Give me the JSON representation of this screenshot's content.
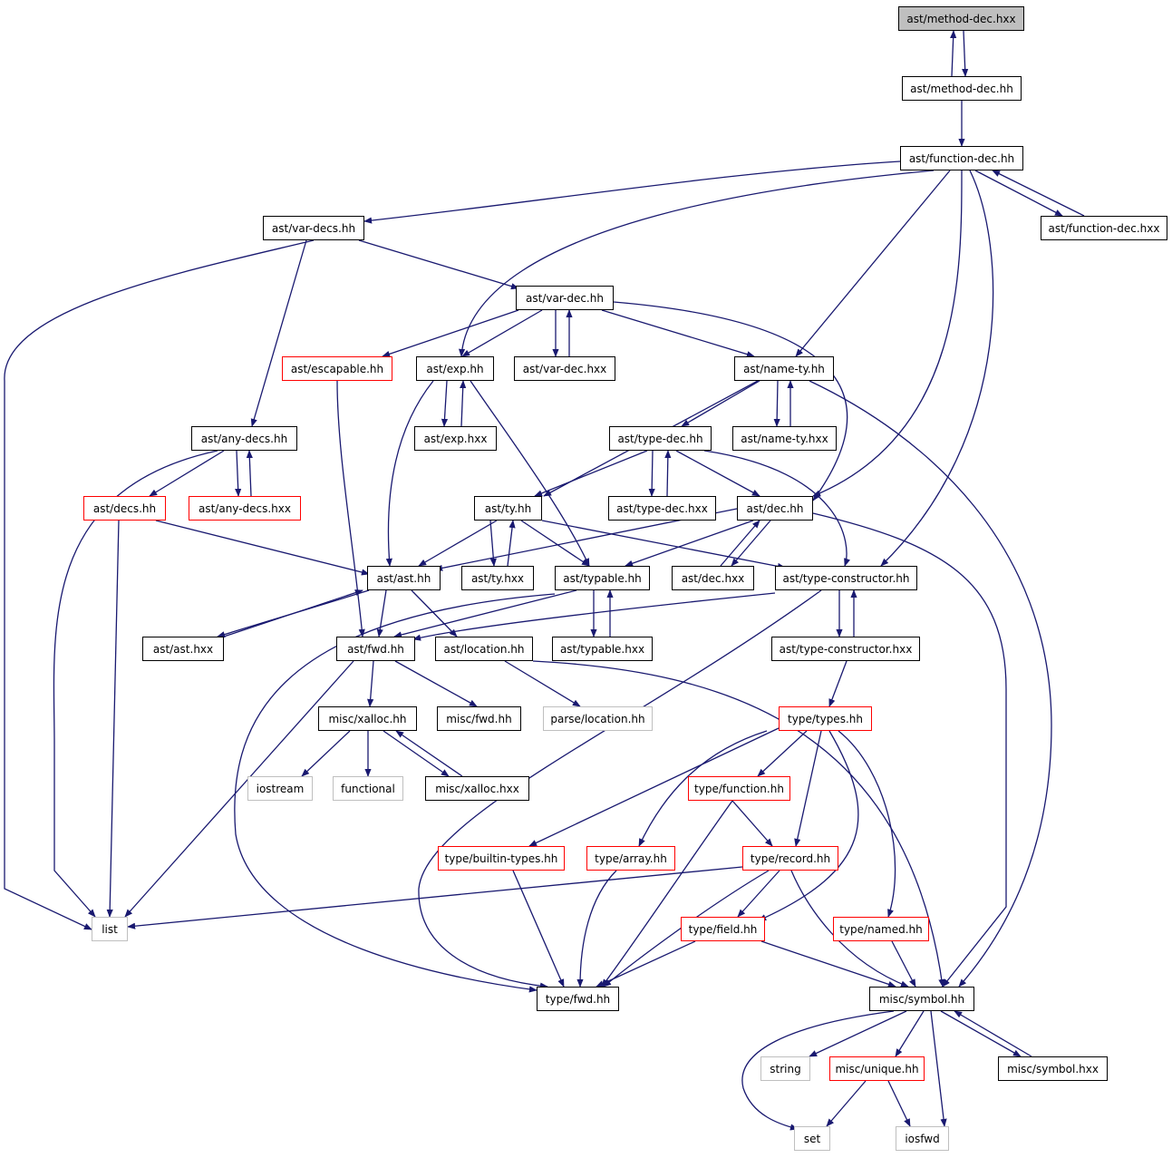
{
  "colors": {
    "edge": "#191970",
    "black_border": "#000000",
    "red_border": "#ff0000",
    "gray_border": "#bfbfbf",
    "root_fill": "#bfbfbf"
  },
  "nodes": {
    "method_dec_hxx": {
      "label": "ast/method-dec.hxx",
      "style": "root"
    },
    "method_dec_hh": {
      "label": "ast/method-dec.hh",
      "style": "black"
    },
    "function_dec_hh": {
      "label": "ast/function-dec.hh",
      "style": "black"
    },
    "var_decs_hh": {
      "label": "ast/var-decs.hh",
      "style": "black"
    },
    "function_dec_hxx": {
      "label": "ast/function-dec.hxx",
      "style": "black"
    },
    "var_dec_hh": {
      "label": "ast/var-dec.hh",
      "style": "black"
    },
    "escapable_hh": {
      "label": "ast/escapable.hh",
      "style": "red"
    },
    "exp_hh": {
      "label": "ast/exp.hh",
      "style": "black"
    },
    "var_dec_hxx": {
      "label": "ast/var-dec.hxx",
      "style": "black"
    },
    "name_ty_hh": {
      "label": "ast/name-ty.hh",
      "style": "black"
    },
    "any_decs_hh": {
      "label": "ast/any-decs.hh",
      "style": "black"
    },
    "exp_hxx": {
      "label": "ast/exp.hxx",
      "style": "black"
    },
    "type_dec_hh": {
      "label": "ast/type-dec.hh",
      "style": "black"
    },
    "name_ty_hxx": {
      "label": "ast/name-ty.hxx",
      "style": "black"
    },
    "decs_hh": {
      "label": "ast/decs.hh",
      "style": "red"
    },
    "any_decs_hxx": {
      "label": "ast/any-decs.hxx",
      "style": "red"
    },
    "ty_hh": {
      "label": "ast/ty.hh",
      "style": "black"
    },
    "type_dec_hxx": {
      "label": "ast/type-dec.hxx",
      "style": "black"
    },
    "dec_hh": {
      "label": "ast/dec.hh",
      "style": "black"
    },
    "ast_hh": {
      "label": "ast/ast.hh",
      "style": "black"
    },
    "ty_hxx": {
      "label": "ast/ty.hxx",
      "style": "black"
    },
    "typable_hh": {
      "label": "ast/typable.hh",
      "style": "black"
    },
    "dec_hxx": {
      "label": "ast/dec.hxx",
      "style": "black"
    },
    "type_constructor_hh": {
      "label": "ast/type-constructor.hh",
      "style": "black"
    },
    "ast_hxx": {
      "label": "ast/ast.hxx",
      "style": "black"
    },
    "fwd_hh": {
      "label": "ast/fwd.hh",
      "style": "black"
    },
    "location_hh": {
      "label": "ast/location.hh",
      "style": "black"
    },
    "typable_hxx": {
      "label": "ast/typable.hxx",
      "style": "black"
    },
    "type_constructor_hxx": {
      "label": "ast/type-constructor.hxx",
      "style": "black"
    },
    "xalloc_hh": {
      "label": "misc/xalloc.hh",
      "style": "black"
    },
    "misc_fwd_hh": {
      "label": "misc/fwd.hh",
      "style": "black"
    },
    "parse_location_hh": {
      "label": "parse/location.hh",
      "style": "gray"
    },
    "types_hh": {
      "label": "type/types.hh",
      "style": "red"
    },
    "iostream": {
      "label": "iostream",
      "style": "gray"
    },
    "functional": {
      "label": "functional",
      "style": "gray"
    },
    "xalloc_hxx": {
      "label": "misc/xalloc.hxx",
      "style": "black"
    },
    "function_hh": {
      "label": "type/function.hh",
      "style": "red"
    },
    "builtin_types_hh": {
      "label": "type/builtin-types.hh",
      "style": "red"
    },
    "array_hh": {
      "label": "type/array.hh",
      "style": "red"
    },
    "record_hh": {
      "label": "type/record.hh",
      "style": "red"
    },
    "list": {
      "label": "list",
      "style": "gray"
    },
    "field_hh": {
      "label": "type/field.hh",
      "style": "red"
    },
    "named_hh": {
      "label": "type/named.hh",
      "style": "red"
    },
    "type_fwd_hh": {
      "label": "type/fwd.hh",
      "style": "black"
    },
    "symbol_hh": {
      "label": "misc/symbol.hh",
      "style": "black"
    },
    "string": {
      "label": "string",
      "style": "gray"
    },
    "unique_hh": {
      "label": "misc/unique.hh",
      "style": "red"
    },
    "symbol_hxx": {
      "label": "misc/symbol.hxx",
      "style": "black"
    },
    "set": {
      "label": "set",
      "style": "gray"
    },
    "iosfwd": {
      "label": "iosfwd",
      "style": "gray"
    }
  }
}
